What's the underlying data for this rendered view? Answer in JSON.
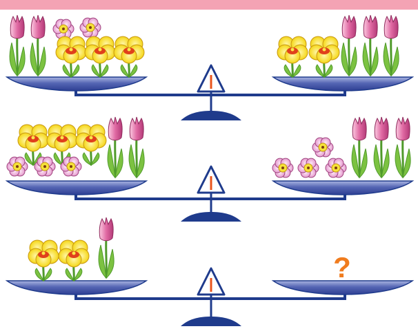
{
  "colors": {
    "top_bar": "#f4a3b4",
    "pan_fill": "#3f51a3",
    "pan_light": "#9ba8d8",
    "structure": "#1f3b8c",
    "pointer": "#e8541c",
    "question_mark": "#f07c1e",
    "tulip": "#d8609a",
    "tulip_light": "#f7b3d3",
    "pansy_yellow": "#f5dc2a",
    "pansy_center": "#e0401b",
    "pink_flower": "#e99bd0",
    "stem": "#4f9a2a",
    "leaf": "#7cc241"
  },
  "question_mark": "?",
  "scales": [
    {
      "name": "scale-1",
      "left_pan": {
        "items": [
          "tulip",
          "tulip",
          "pink-flower",
          "pink-flower",
          "pansy",
          "pansy",
          "pansy"
        ]
      },
      "right_pan": {
        "items": [
          "pansy",
          "pansy",
          "tulip",
          "tulip",
          "tulip"
        ]
      }
    },
    {
      "name": "scale-2",
      "left_pan": {
        "items": [
          "pansy",
          "pansy",
          "pansy",
          "tulip",
          "tulip",
          "pink-flower",
          "pink-flower",
          "pink-flower"
        ]
      },
      "right_pan": {
        "items": [
          "pink-flower",
          "pink-flower",
          "pink-flower",
          "pink-flower",
          "tulip",
          "tulip",
          "tulip"
        ]
      }
    },
    {
      "name": "scale-3",
      "left_pan": {
        "items": [
          "pansy",
          "pansy",
          "tulip"
        ]
      },
      "right_pan": {
        "items": []
      }
    }
  ]
}
